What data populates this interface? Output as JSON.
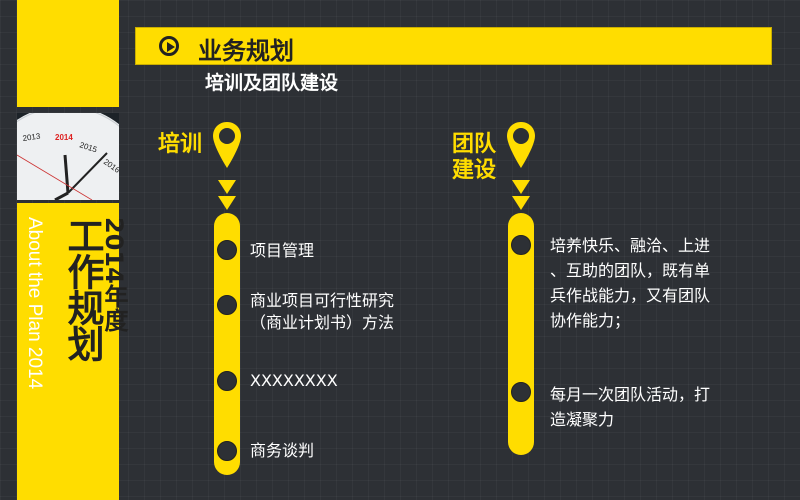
{
  "sidebar": {
    "title": "工作规划",
    "year_label": "2014年度",
    "subtitle": "About the Plan 2014",
    "clock_labels": [
      "2013",
      "2014",
      "2015",
      "2016"
    ]
  },
  "header": {
    "title": "业务规划",
    "subtitle": "培训及团队建设"
  },
  "columns": [
    {
      "label": "培训",
      "items": [
        {
          "text": "项目管理"
        },
        {
          "text": "商业项目可行性研究\n（商业计划书）方法"
        },
        {
          "text": "XXXXXXXX"
        },
        {
          "text": "商务谈判"
        }
      ]
    },
    {
      "label": "团队\n建设",
      "items": [
        {
          "text": "培养快乐、融洽、上进\n、互助的团队，既有单\n兵作战能力，又有团队\n协作能力；"
        },
        {
          "text": "每月一次团队活动，打\n造凝聚力"
        }
      ]
    }
  ],
  "colors": {
    "accent": "#FFDD00",
    "background": "#2d3035",
    "text_dark": "#222222",
    "text_light": "#ffffff"
  }
}
